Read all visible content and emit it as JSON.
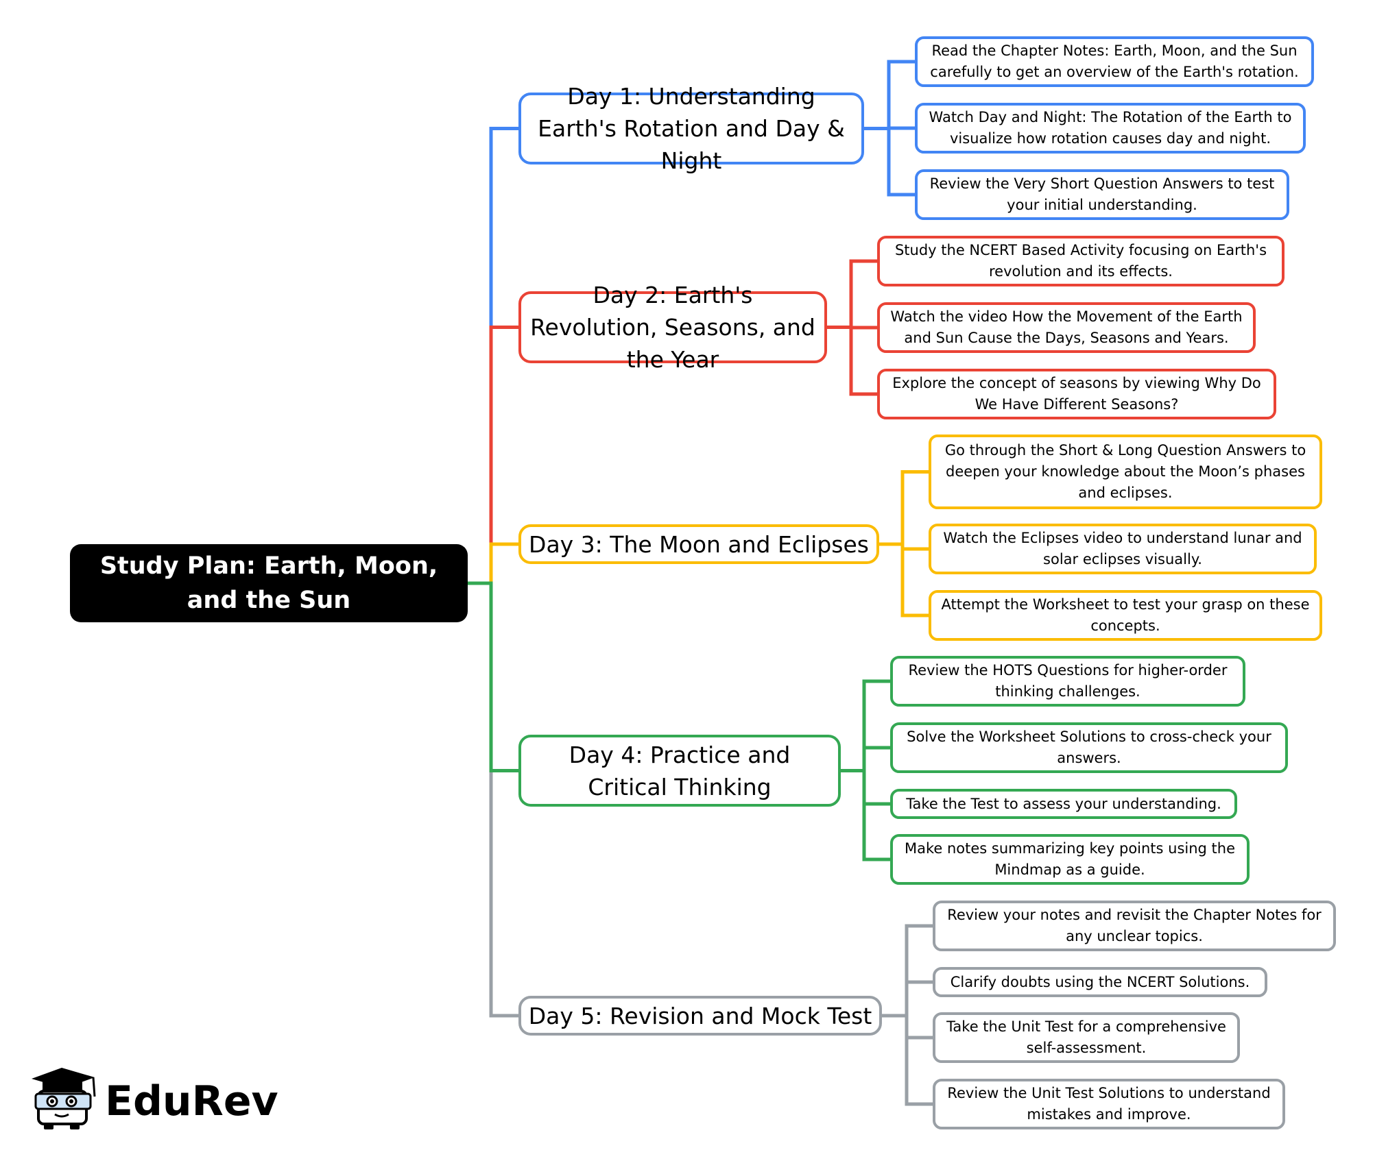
{
  "root": {
    "title": "Study Plan: Earth, Moon, and the Sun"
  },
  "colors": {
    "day1": "#4285f4",
    "day2": "#ea4335",
    "day3": "#fbbc04",
    "day4": "#34a853",
    "day5": "#9aa0a6"
  },
  "days": [
    {
      "title": "Day 1: Understanding Earth's Rotation and Day & Night",
      "tasks": [
        "Read the Chapter Notes: Earth, Moon, and the Sun carefully to get an overview of the Earth's rotation.",
        "Watch Day and Night: The Rotation of the Earth to visualize how rotation causes day and night.",
        "Review the Very Short Question Answers to test your initial understanding."
      ]
    },
    {
      "title": "Day 2: Earth's Revolution, Seasons, and the Year",
      "tasks": [
        "Study the NCERT Based Activity focusing on Earth's revolution and its effects.",
        "Watch the video How the Movement of the Earth and Sun Cause the Days, Seasons and Years.",
        "Explore the concept of seasons by viewing Why Do We Have Different Seasons?"
      ]
    },
    {
      "title": "Day 3: The Moon and Eclipses",
      "tasks": [
        "Go through the Short & Long Question Answers to deepen your knowledge about the Moon’s phases and eclipses.",
        "Watch the Eclipses video to understand lunar and solar eclipses visually.",
        "Attempt the Worksheet to test your grasp on these concepts."
      ]
    },
    {
      "title": "Day 4: Practice and Critical Thinking",
      "tasks": [
        "Review the HOTS Questions for higher-order thinking challenges.",
        "Solve the Worksheet Solutions to cross-check your answers.",
        "Take the Test to assess your understanding.",
        "Make notes summarizing key points using the Mindmap as a guide."
      ]
    },
    {
      "title": "Day 5: Revision and Mock Test",
      "tasks": [
        "Review your notes and revisit the Chapter Notes for any unclear topics.",
        "Clarify doubts using the NCERT Solutions.",
        "Take the Unit Test for a comprehensive self-assessment.",
        "Review the Unit Test Solutions to understand mistakes and improve."
      ]
    }
  ],
  "logo": {
    "text": "EduRev"
  }
}
